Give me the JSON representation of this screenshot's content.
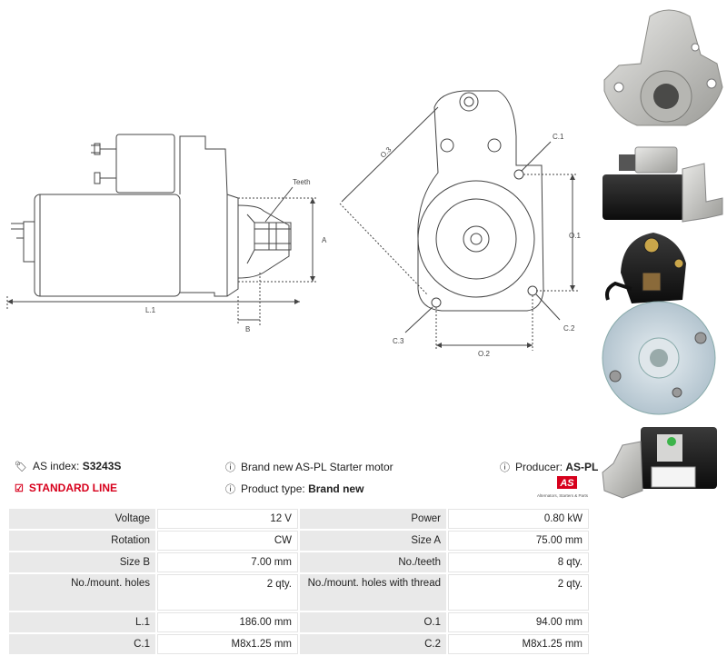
{
  "diagram": {
    "labels": {
      "teeth": "Teeth",
      "a": "A",
      "b": "B",
      "l1": "L.1",
      "o3": "O.3",
      "c1": "C.1",
      "o1": "O.1",
      "c2": "C.2",
      "c3": "C.3",
      "o2": "O.2"
    }
  },
  "info": {
    "as_index_label": "AS index:",
    "as_index_value": "S3243S",
    "standard_line": "STANDARD LINE",
    "brand_new_text": "Brand new AS-PL Starter motor",
    "product_type_label": "Product type:",
    "product_type_value": "Brand new",
    "producer_label": "Producer:",
    "producer_value": "AS-PL",
    "logo_text": "AS",
    "logo_subtext": "Alternators, Starters & Parts"
  },
  "specs": [
    {
      "k1": "Voltage",
      "v1": "12 V",
      "k2": "Power",
      "v2": "0.80 kW"
    },
    {
      "k1": "Rotation",
      "v1": "CW",
      "k2": "Size A",
      "v2": "75.00 mm"
    },
    {
      "k1": "Size B",
      "v1": "7.00 mm",
      "k2": "No./teeth",
      "v2": "8 qty."
    },
    {
      "k1": "No./mount. holes",
      "v1": "2 qty.",
      "k2": "No./mount. holes with thread",
      "v2": "2 qty."
    },
    {
      "k1": "L.1",
      "v1": "186.00 mm",
      "k2": "O.1",
      "v2": "94.00 mm"
    },
    {
      "k1": "C.1",
      "v1": "M8x1.25 mm",
      "k2": "C.2",
      "v2": "M8x1.25 mm"
    }
  ]
}
